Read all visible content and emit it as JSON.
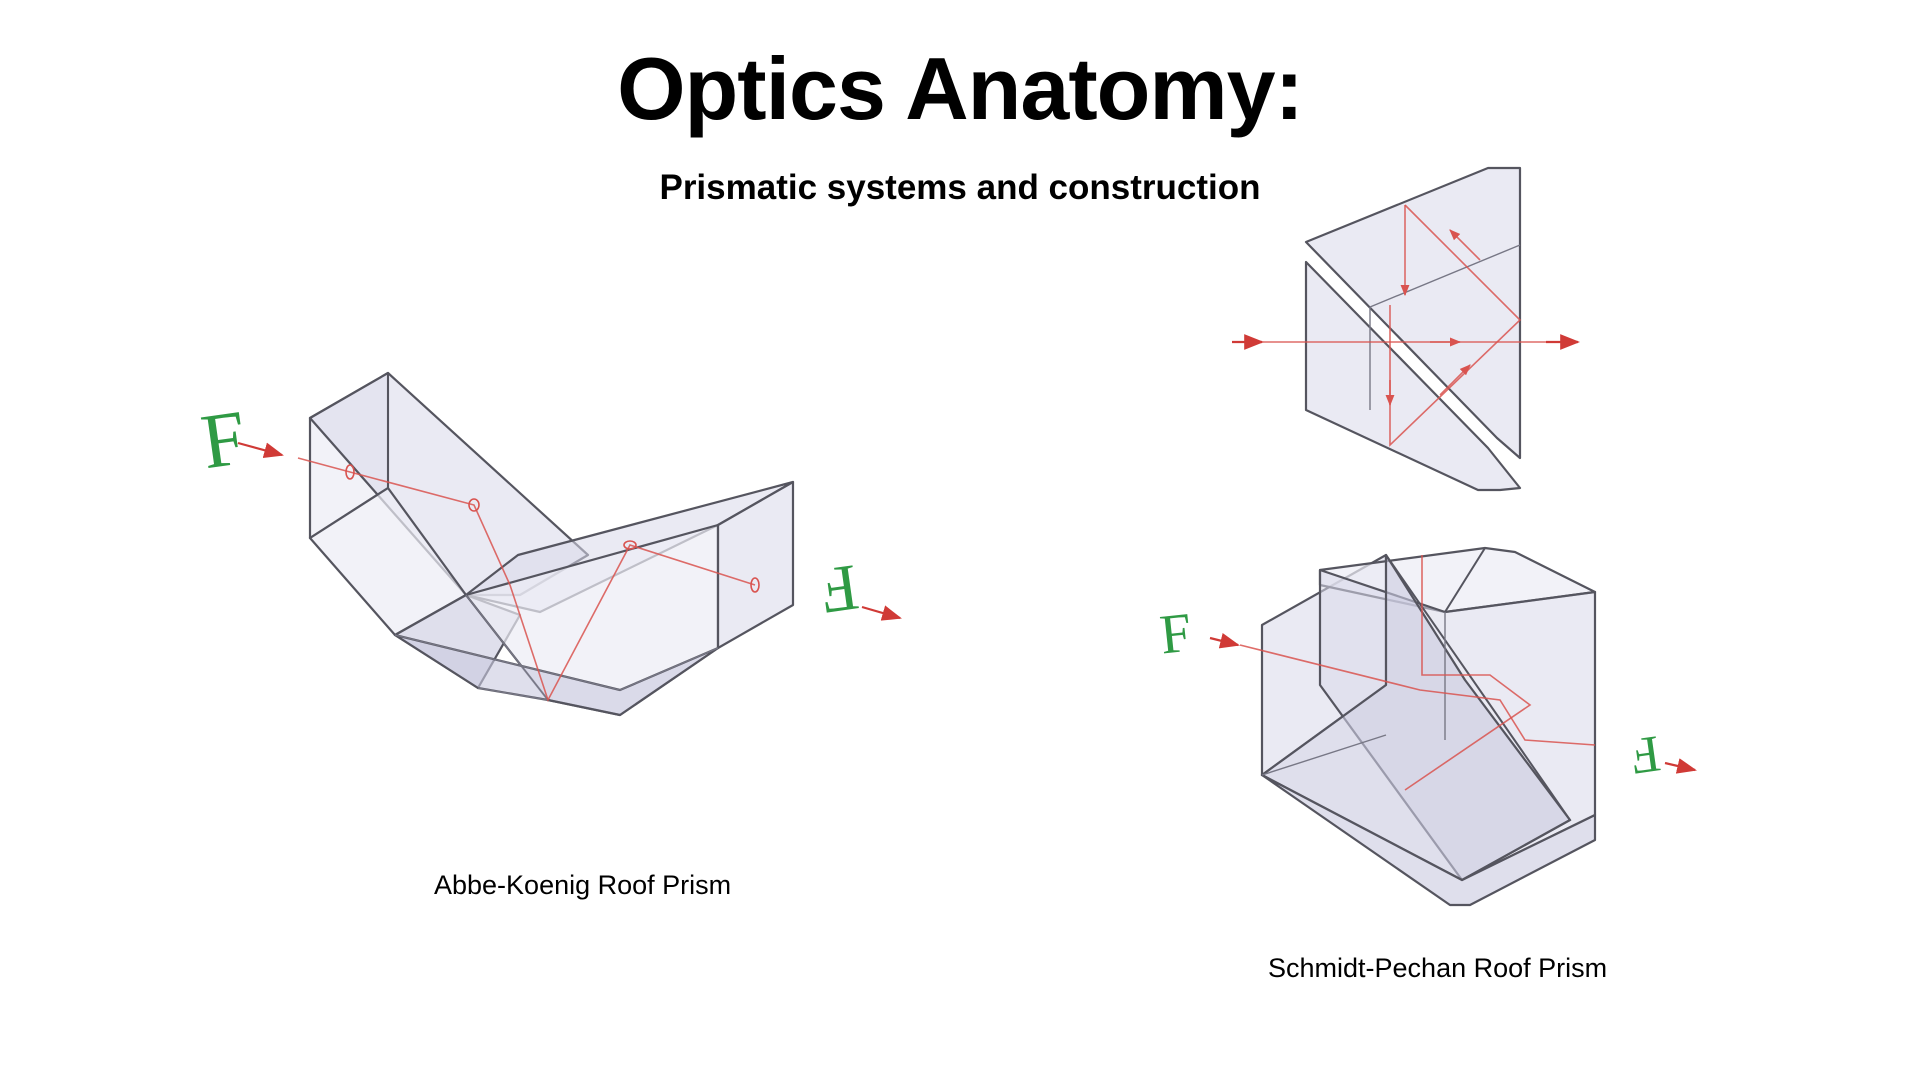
{
  "slide": {
    "title": "Optics Anatomy:",
    "subtitle": "Prismatic systems and construction"
  },
  "diagrams": {
    "abbe_koenig": {
      "caption": "Abbe-Koenig Roof Prism",
      "input_glyph": "F",
      "output_glyph": "F"
    },
    "schmidt_pechan": {
      "caption": "Schmidt-Pechan Roof Prism",
      "input_glyph": "F",
      "output_glyph": "F"
    }
  },
  "colors": {
    "background": "#ffffff",
    "text": "#000000",
    "glass": "#d9d9ea",
    "ray": "#d03a36",
    "glyph": "#2f9a44"
  }
}
